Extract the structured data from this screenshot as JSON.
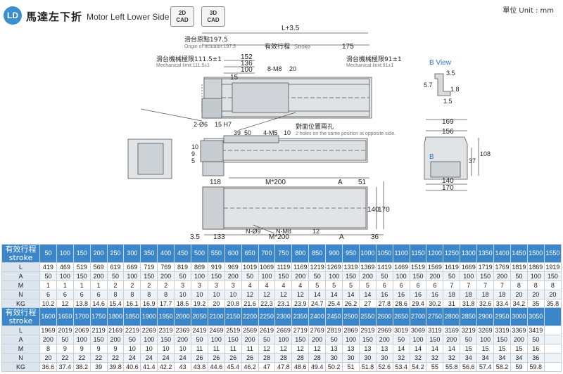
{
  "header": {
    "badge": "LD",
    "title_zh": "馬達左下折",
    "title_en": "Motor Left Lower Side",
    "cad_2d": [
      "2D",
      "CAD"
    ],
    "cad_3d": [
      "3D",
      "CAD"
    ],
    "unit": "單位 Unit : mm"
  },
  "drawing": {
    "top_labels": {
      "l_plus": "L+3.5",
      "origin_zh": "滑台原點197.5",
      "origin_en": "Origin of actuator:197.5",
      "stroke_zh": "有效行程",
      "stroke_en": "Stroke",
      "d175": "175",
      "mech_left_zh": "滑台機械極限111.5±1",
      "mech_left_en": "Mechanical limit:111.5±1",
      "mech_right_zh": "滑台機械極限91±1",
      "mech_right_en": "Mechanical limit:91±1",
      "d152": "152",
      "d136": "136",
      "d100": "100",
      "d15": "15",
      "m8": "8-M8",
      "m8_depth": "20",
      "hole_phi6": "2-Ø6",
      "hole_phi6_depth": "15 H7",
      "m5": "4-M5",
      "m5_depth": "10",
      "opposite_zh": "對面位置兩孔",
      "opposite_en": "2 holes on the same position at opposite side.",
      "d39": "39",
      "d50": "50",
      "d5": "5",
      "d9": "9",
      "d10": "10",
      "d118": "118",
      "m200": "M*200",
      "dA": "A",
      "d51": "51",
      "d140": "140",
      "d170": "170",
      "d35": "3.5",
      "d133": "133",
      "n9": "N-Ø9",
      "nm8": "N-M8",
      "nm8_depth": "12",
      "m200b": "M*200",
      "dA2": "A",
      "d36": "36"
    },
    "bview": {
      "title": "B View",
      "d35": "3.5",
      "d57": "5.7",
      "d18": "1.8",
      "d15": "1.5"
    },
    "end_view": {
      "d169": "169",
      "d156": "156",
      "d37": "37",
      "d108": "108",
      "b": "B",
      "d140": "140",
      "d170": "170"
    }
  },
  "table1": {
    "label": [
      "有效行程",
      "stroke"
    ],
    "strokes": [
      "50",
      "100",
      "150",
      "200",
      "250",
      "300",
      "350",
      "400",
      "450",
      "500",
      "550",
      "600",
      "650",
      "700",
      "750",
      "800",
      "850",
      "900",
      "950",
      "1000",
      "1050",
      "1100",
      "1150",
      "1200",
      "1250",
      "1300",
      "1350",
      "1400",
      "1450",
      "1500",
      "1550"
    ],
    "rows": [
      {
        "name": "L",
        "values": [
          "419",
          "469",
          "519",
          "569",
          "619",
          "669",
          "719",
          "769",
          "819",
          "869",
          "919",
          "969",
          "1019",
          "1069",
          "1119",
          "1169",
          "1219",
          "1269",
          "1319",
          "1369",
          "1419",
          "1469",
          "1519",
          "1569",
          "1619",
          "1669",
          "1719",
          "1769",
          "1819",
          "1869",
          "1919"
        ]
      },
      {
        "name": "A",
        "values": [
          "50",
          "100",
          "150",
          "200",
          "50",
          "100",
          "150",
          "200",
          "50",
          "100",
          "150",
          "200",
          "50",
          "100",
          "150",
          "200",
          "50",
          "100",
          "150",
          "200",
          "50",
          "100",
          "150",
          "200",
          "50",
          "100",
          "150",
          "200",
          "50",
          "100",
          "150"
        ]
      },
      {
        "name": "M",
        "values": [
          "1",
          "1",
          "1",
          "1",
          "2",
          "2",
          "2",
          "2",
          "3",
          "3",
          "3",
          "3",
          "4",
          "4",
          "4",
          "4",
          "5",
          "5",
          "5",
          "5",
          "6",
          "6",
          "6",
          "6",
          "7",
          "7",
          "7",
          "7",
          "8",
          "8",
          "8"
        ]
      },
      {
        "name": "N",
        "values": [
          "6",
          "6",
          "6",
          "6",
          "8",
          "8",
          "8",
          "8",
          "10",
          "10",
          "10",
          "10",
          "12",
          "12",
          "12",
          "12",
          "14",
          "14",
          "14",
          "14",
          "16",
          "16",
          "16",
          "16",
          "18",
          "18",
          "18",
          "18",
          "20",
          "20",
          "20"
        ]
      },
      {
        "name": "KG",
        "values": [
          "10.2",
          "12",
          "13.8",
          "14.6",
          "15.4",
          "16.1",
          "16.9",
          "17.7",
          "18.5",
          "19.2",
          "20",
          "20.8",
          "21.6",
          "22.3",
          "23.1",
          "23.9",
          "24.7",
          "25.4",
          "26.2",
          "27",
          "27.8",
          "28.6",
          "29.4",
          "30.2",
          "31",
          "31.8",
          "32.6",
          "33.4",
          "34.2",
          "35",
          "35.8"
        ]
      }
    ]
  },
  "table2": {
    "label": [
      "有效行程",
      "stroke"
    ],
    "strokes": [
      "1600",
      "1650",
      "1700",
      "1750",
      "1800",
      "1850",
      "1900",
      "1950",
      "2000",
      "2050",
      "2100",
      "2150",
      "2200",
      "2250",
      "2300",
      "2350",
      "2400",
      "2450",
      "2500",
      "2550",
      "2600",
      "2650",
      "2700",
      "2750",
      "2800",
      "2850",
      "2900",
      "2950",
      "3000",
      "3050"
    ],
    "rows": [
      {
        "name": "L",
        "values": [
          "1969",
          "2019",
          "2069",
          "2119",
          "2169",
          "2219",
          "2269",
          "2319",
          "2369",
          "2419",
          "2469",
          "2519",
          "2569",
          "2619",
          "2669",
          "2719",
          "2769",
          "2819",
          "2869",
          "2919",
          "2969",
          "3019",
          "3069",
          "3119",
          "3169",
          "3219",
          "3269",
          "3319",
          "3369",
          "3419"
        ]
      },
      {
        "name": "A",
        "values": [
          "200",
          "50",
          "100",
          "150",
          "200",
          "50",
          "100",
          "150",
          "200",
          "50",
          "100",
          "150",
          "200",
          "50",
          "100",
          "150",
          "200",
          "50",
          "100",
          "150",
          "200",
          "50",
          "100",
          "150",
          "200",
          "50",
          "100",
          "150",
          "200",
          "50"
        ]
      },
      {
        "name": "M",
        "values": [
          "8",
          "9",
          "9",
          "9",
          "9",
          "10",
          "10",
          "10",
          "10",
          "11",
          "11",
          "11",
          "11",
          "12",
          "12",
          "12",
          "12",
          "13",
          "13",
          "13",
          "13",
          "14",
          "14",
          "14",
          "14",
          "15",
          "15",
          "15",
          "15",
          "16"
        ]
      },
      {
        "name": "N",
        "values": [
          "20",
          "22",
          "22",
          "22",
          "22",
          "24",
          "24",
          "24",
          "24",
          "26",
          "26",
          "26",
          "26",
          "28",
          "28",
          "28",
          "28",
          "30",
          "30",
          "30",
          "30",
          "32",
          "32",
          "32",
          "32",
          "34",
          "34",
          "34",
          "34",
          "36"
        ]
      },
      {
        "name": "KG",
        "values": [
          "36.6",
          "37.4",
          "38.2",
          "39",
          "39.8",
          "40.6",
          "41.4",
          "42.2",
          "43",
          "43.8",
          "44.6",
          "45.4",
          "46.2",
          "47",
          "47.8",
          "48.6",
          "49.4",
          "50.2",
          "51",
          "51.8",
          "52.6",
          "53.4",
          "54.2",
          "55",
          "55.8",
          "56.6",
          "57.4",
          "58.2",
          "59",
          "59.8"
        ]
      }
    ]
  }
}
